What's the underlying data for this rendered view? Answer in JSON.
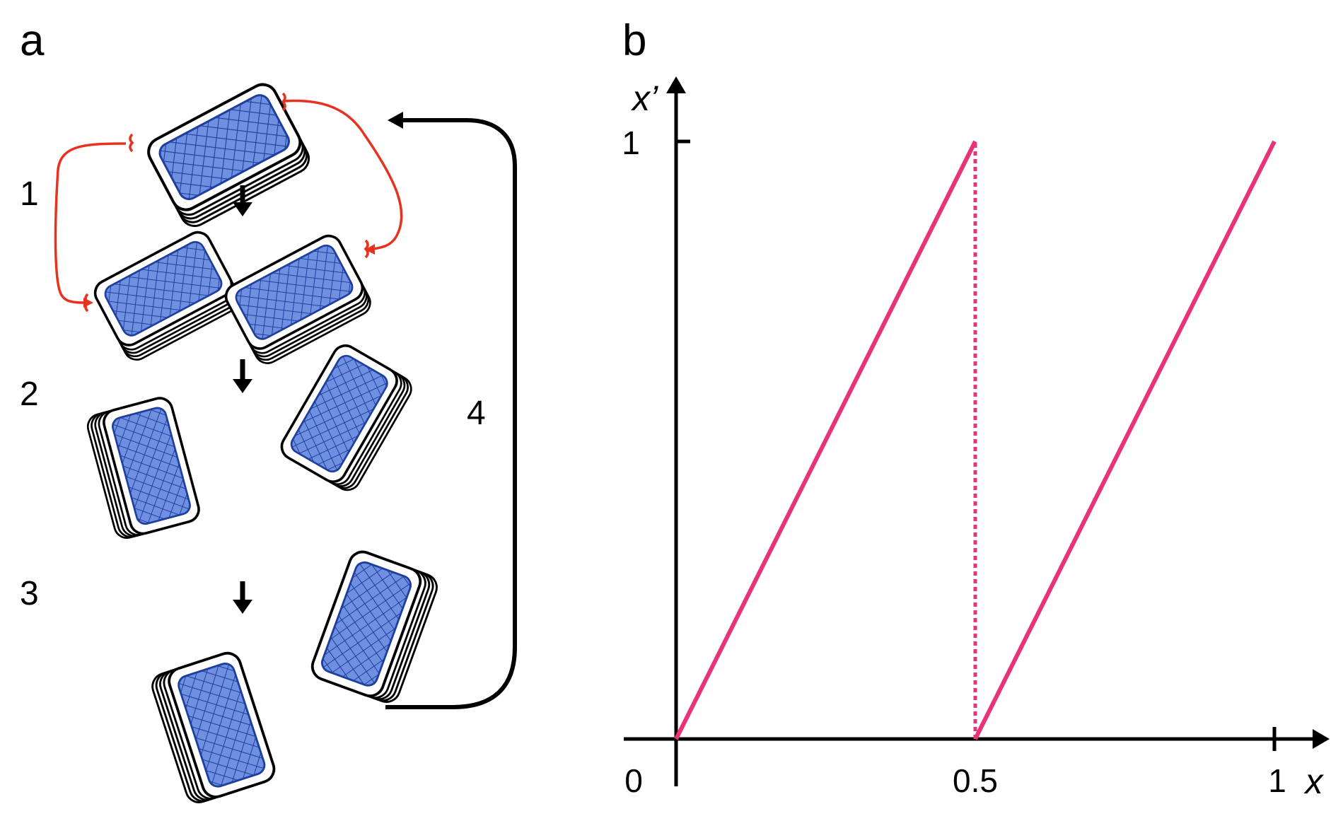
{
  "figure": {
    "panel_a": {
      "letter": "a",
      "steps": [
        "1",
        "2",
        "3"
      ],
      "loop_label": "4"
    },
    "panel_b": {
      "letter": "b",
      "chart_data": {
        "type": "line",
        "title": "",
        "xlabel": "x",
        "ylabel": "x’",
        "xlim": [
          0,
          1
        ],
        "ylim": [
          0,
          1
        ],
        "x_ticks": [
          "0",
          "0.5",
          "1"
        ],
        "y_ticks": [
          "1"
        ],
        "grid": false,
        "series": [
          {
            "points": [
              [
                0,
                0
              ],
              [
                0.5,
                1
              ]
            ]
          },
          {
            "points": [
              [
                0.5,
                0
              ],
              [
                1,
                1
              ]
            ]
          }
        ],
        "discontinuity": {
          "x": 0.5,
          "y_range": [
            0,
            1
          ],
          "style": "dotted"
        },
        "line_color": "#e8337a"
      }
    },
    "colors": {
      "card_pattern": "#2b4fb0",
      "card_fill": "#5d7fd6",
      "cut_arrows": "#e8321f",
      "curve": "#e8337a",
      "ink": "#000000"
    }
  }
}
